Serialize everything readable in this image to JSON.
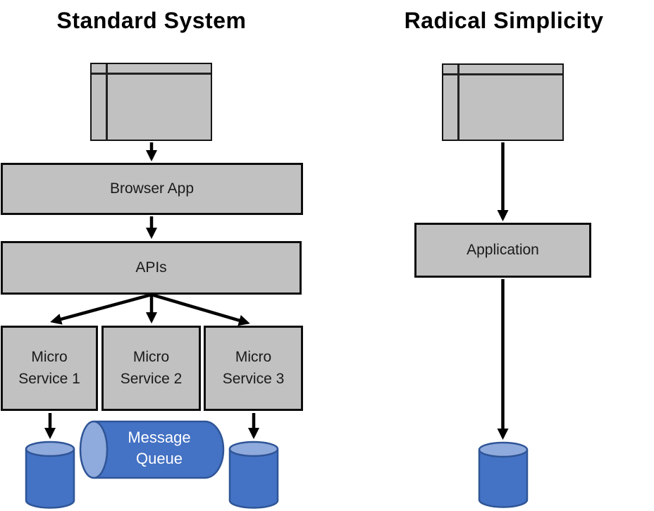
{
  "left": {
    "title": "Standard System",
    "browser_app_label": "Browser App",
    "apis_label": "APIs",
    "services": [
      {
        "label": "Micro Service 1"
      },
      {
        "label": "Micro Service 2"
      },
      {
        "label": "Micro Service 3"
      }
    ],
    "message_queue_label": "Message Queue"
  },
  "right": {
    "title": "Radical Simplicity",
    "application_label": "Application"
  },
  "colors": {
    "box_fill": "#C1C1C1",
    "box_border": "#0D0D0D",
    "arrow": "#000000",
    "cylinder_fill": "#4472C4",
    "cylinder_top_fill": "#8FAADC",
    "cylinder_border": "#2F5597",
    "queue_text": "#FFFFFF"
  }
}
